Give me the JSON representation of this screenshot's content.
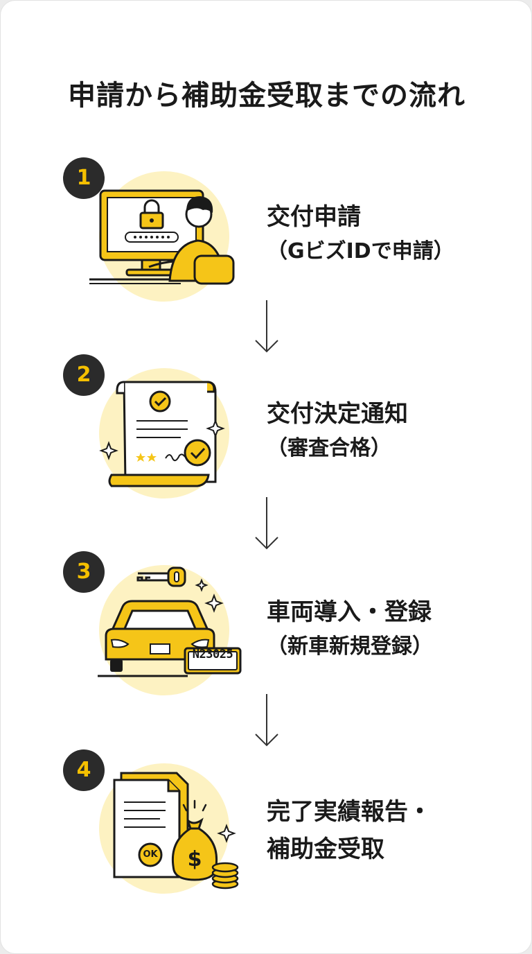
{
  "title": "申請から補助金受取までの流れ",
  "colors": {
    "accent": "#f5c518",
    "accent_light": "#fdf2c2",
    "dark": "#2b2b2b"
  },
  "steps": [
    {
      "number": "1",
      "label": "交付申請",
      "sublabel": "（GビズIDで申請）",
      "icon": "computer-login-icon"
    },
    {
      "number": "2",
      "label": "交付決定通知",
      "sublabel": "（審査合格）",
      "icon": "approved-document-icon"
    },
    {
      "number": "3",
      "label": "車両導入・登録",
      "sublabel": "（新車新規登録）",
      "icon": "car-registration-icon",
      "plate": "N23025"
    },
    {
      "number": "4",
      "label": "完了実績報告・",
      "sublabel": "補助金受取",
      "icon": "report-money-icon",
      "ok": "OK"
    }
  ]
}
